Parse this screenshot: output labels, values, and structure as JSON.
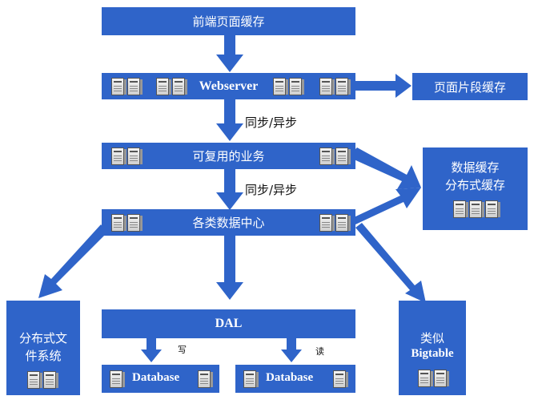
{
  "nodes": {
    "front_cache": "前端页面缓存",
    "webserver": "Webserver",
    "fragment_cache": "页面片段缓存",
    "reusable_business": "可复用的业务",
    "data_cache_line1": "数据缓存",
    "data_cache_line2": "分布式缓存",
    "data_center": "各类数据中心",
    "dfs_line1": "分布式文",
    "dfs_line2": "件系统",
    "dal": "DAL",
    "database_write": "Database",
    "database_read": "Database",
    "bigtable_line1": "类似",
    "bigtable_line2": "Bigtable"
  },
  "edge_labels": {
    "sync_async_1": "同步/异步",
    "sync_async_2": "同步/异步",
    "write": "写",
    "read": "读"
  },
  "colors": {
    "box": "#2f64c9",
    "arrow": "#2f64c9",
    "text_on_box": "#ffffff"
  },
  "icons": [
    "server-icon"
  ]
}
